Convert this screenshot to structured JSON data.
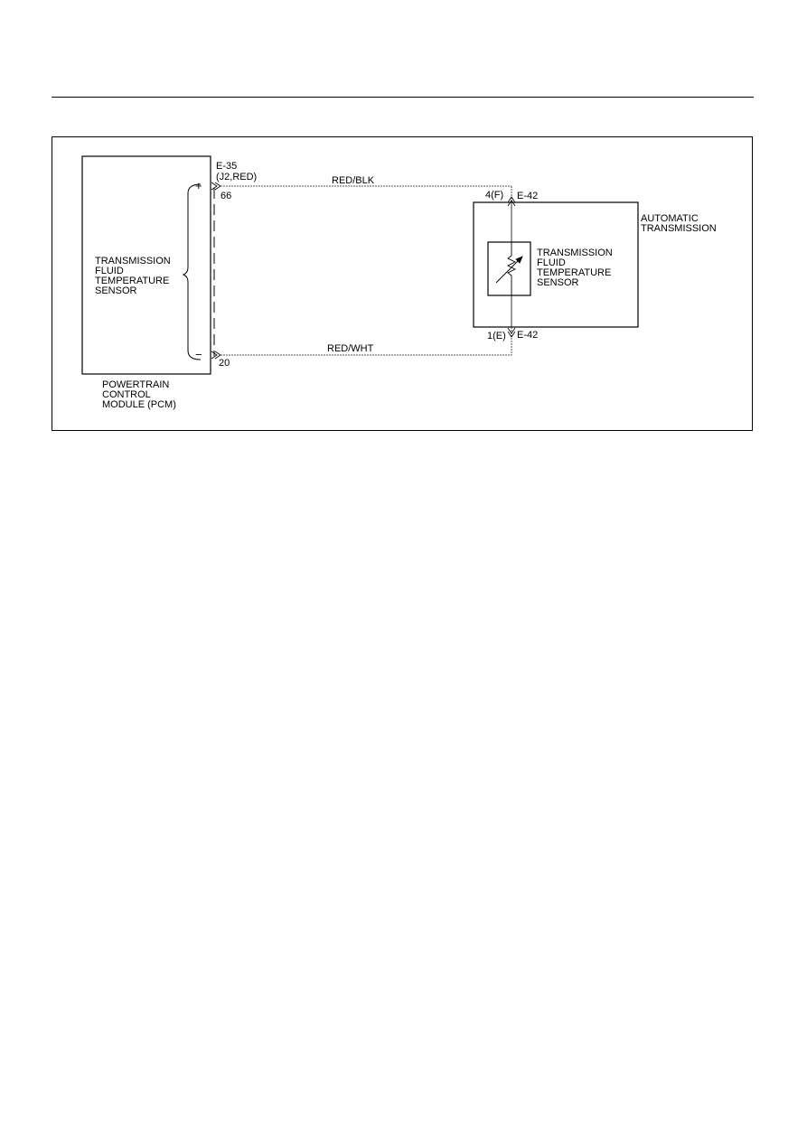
{
  "pcm": {
    "internal_label": [
      "TRANSMISSION",
      "FLUID",
      "TEMPERATURE",
      "SENSOR"
    ],
    "module_label": [
      "POWERTRAIN",
      "CONTROL",
      "MODULE (PCM)"
    ],
    "plus_sign": "+",
    "minus_sign": "−"
  },
  "pcm_connector": {
    "id": "E-35",
    "detail": "(J2,RED)",
    "pin_top": "66",
    "pin_bottom": "20"
  },
  "wires": {
    "top_color": "RED/BLK",
    "bottom_color": "RED/WHT"
  },
  "transmission": {
    "label": [
      "AUTOMATIC",
      "TRANSMISSION"
    ],
    "sensor_label": [
      "TRANSMISSION",
      "FLUID",
      "TEMPERATURE",
      "SENSOR"
    ],
    "connector_top_pin": "4(F)",
    "connector_top_id": "E-42",
    "connector_bottom_pin": "1(E)",
    "connector_bottom_id": "E-42"
  }
}
